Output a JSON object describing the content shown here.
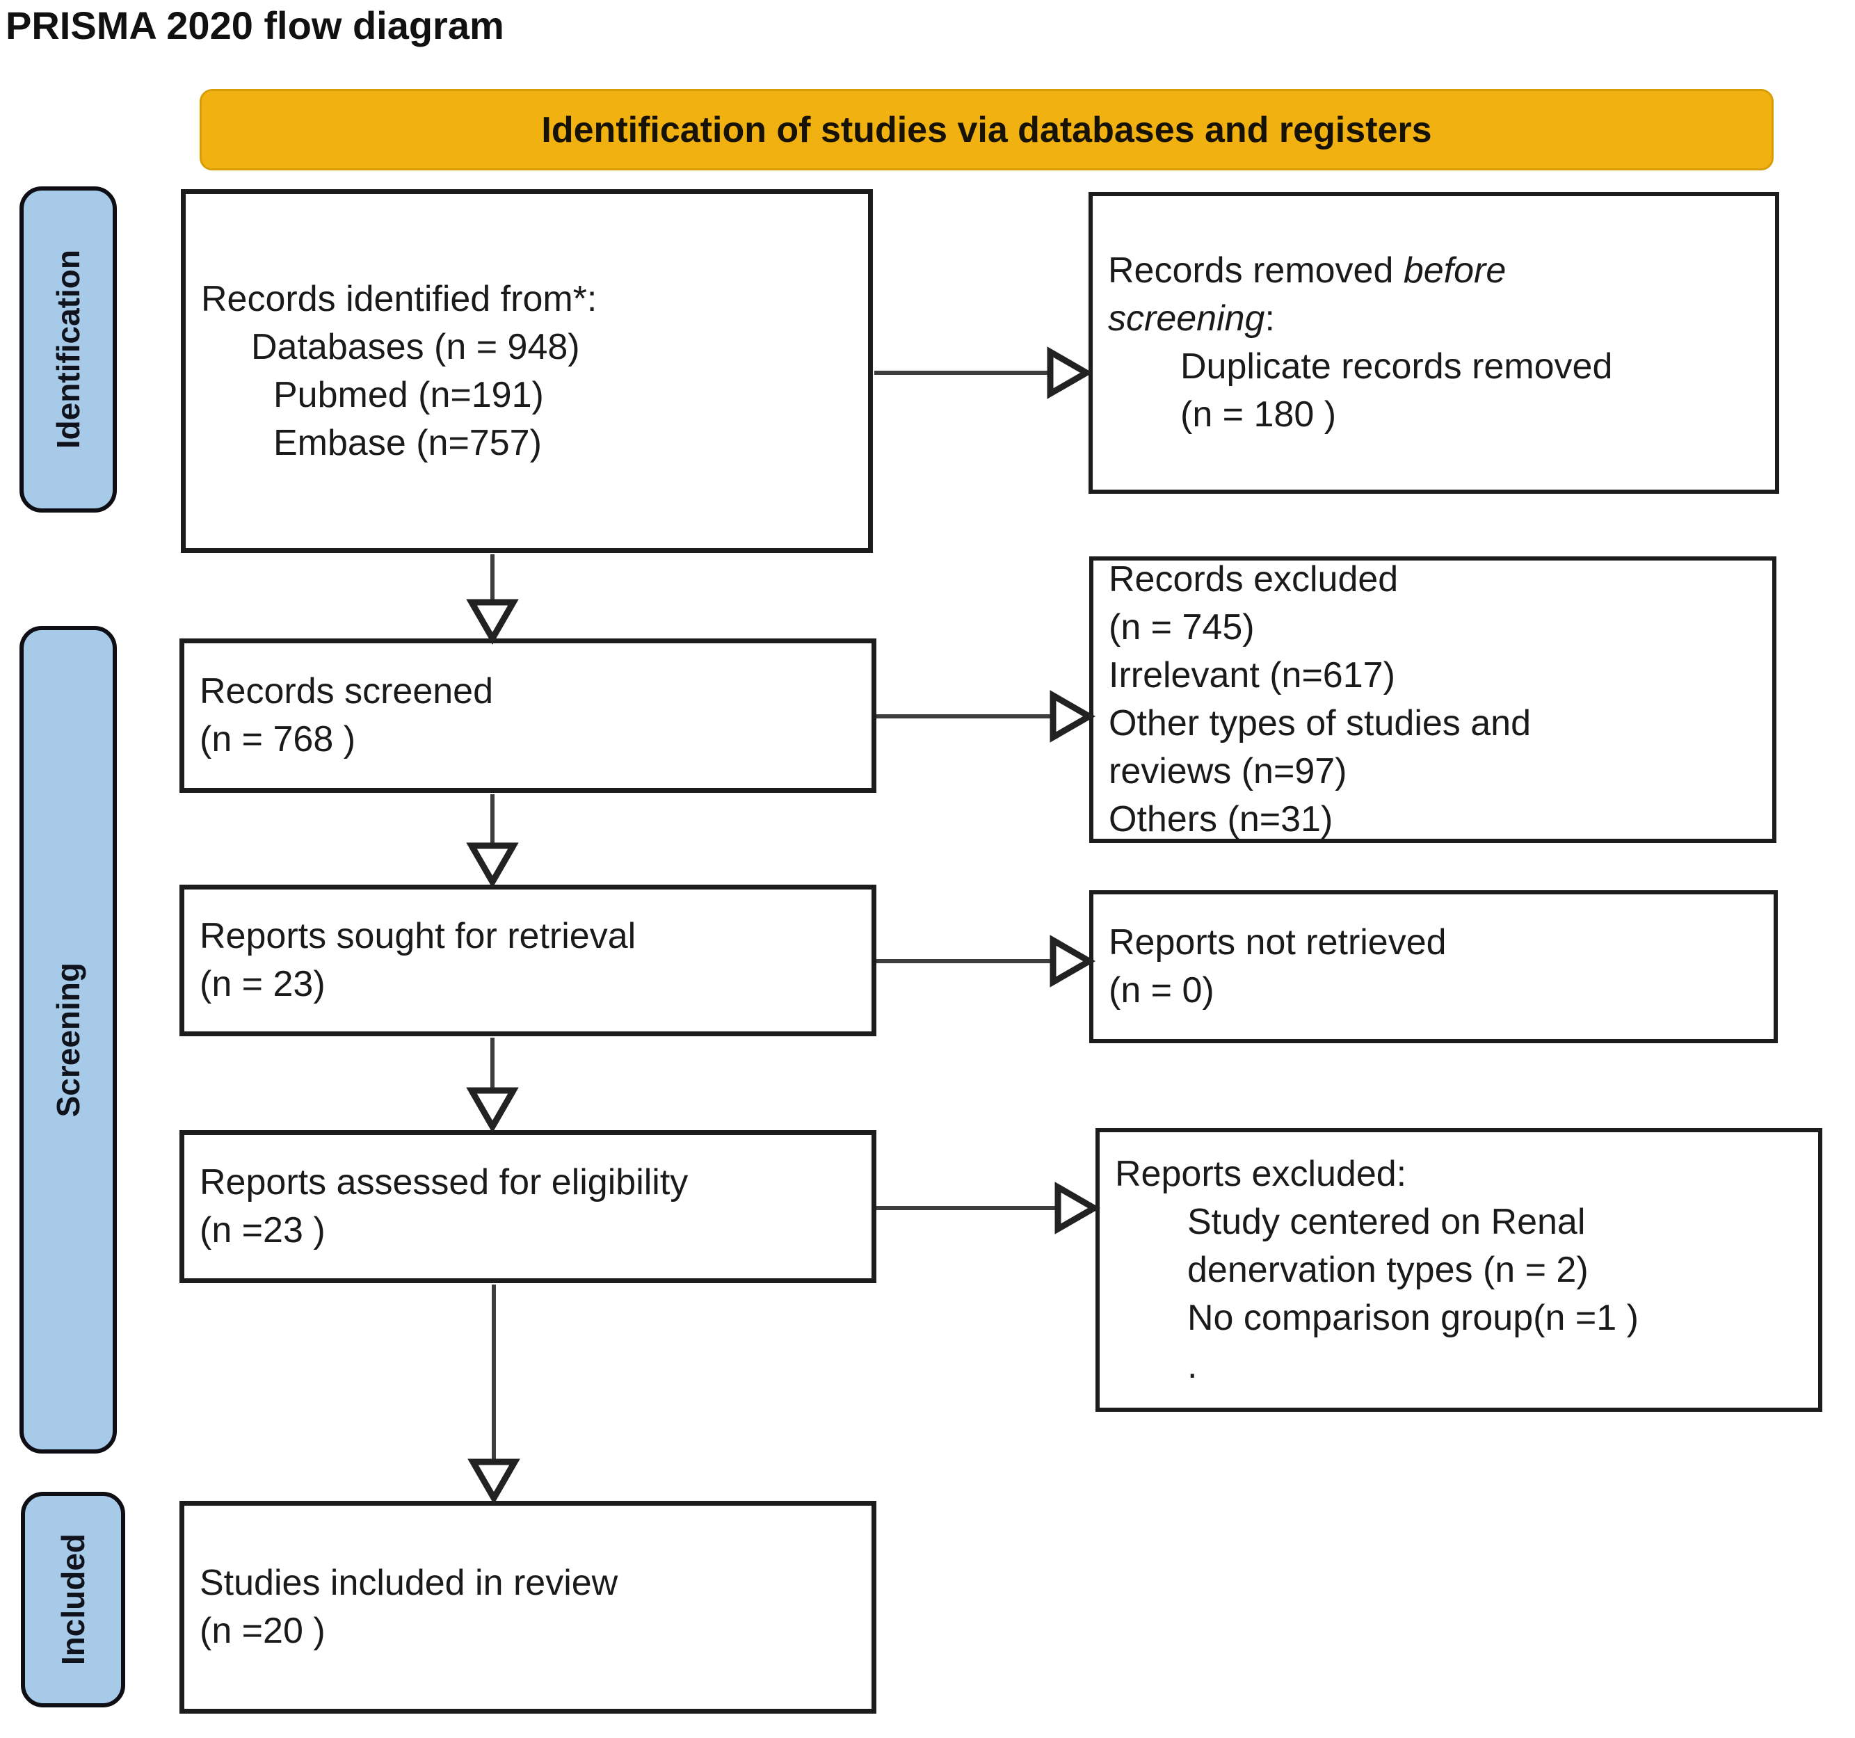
{
  "page": {
    "title": "PRISMA 2020 flow diagram"
  },
  "banner": {
    "label": "Identification of studies via databases and registers"
  },
  "stages": {
    "identification": "Identification",
    "screening": "Screening",
    "included": "Included"
  },
  "colors": {
    "banner_bg": "#F1B211",
    "banner_border": "#D89C04",
    "stage_bg": "#A7CAE9",
    "box_border": "#1c1c1c",
    "arrow": "#3d3d3d"
  },
  "flow": {
    "identified": {
      "l1": "Records identified from*:",
      "l2": "Databases (n = 948)",
      "l3": "Pubmed (n=191)",
      "l4": "Embase (n=757)"
    },
    "screened": {
      "l1": "Records screened",
      "l2": "(n = 768 )"
    },
    "sought": {
      "l1": "Reports sought for retrieval",
      "l2": "(n = 23)"
    },
    "assessed": {
      "l1": "Reports assessed for eligibility",
      "l2": "(n =23 )"
    },
    "included_box": {
      "l1": "Studies included in review",
      "l2": "(n =20 )"
    }
  },
  "side": {
    "removed": {
      "l1a": "Records removed ",
      "l1b": "before",
      "l2a": "screening",
      "l2b": ":",
      "l3": "Duplicate records removed",
      "l4": "(n = 180 )"
    },
    "excluded": {
      "l1": "Records excluded",
      "l2": "(n = 745)",
      "l3": "Irrelevant (n=617)",
      "l4": "Other types of studies and",
      "l5": "reviews (n=97)",
      "l6": "Others (n=31)"
    },
    "not_retrieved": {
      "l1": "Reports not retrieved",
      "l2": "(n = 0)"
    },
    "reports_excluded": {
      "l1": "Reports excluded:",
      "l2": "Study centered on Renal",
      "l3": "denervation types (n = 2)",
      "l4": "No comparison group(n =1 )",
      "l5": "."
    }
  }
}
